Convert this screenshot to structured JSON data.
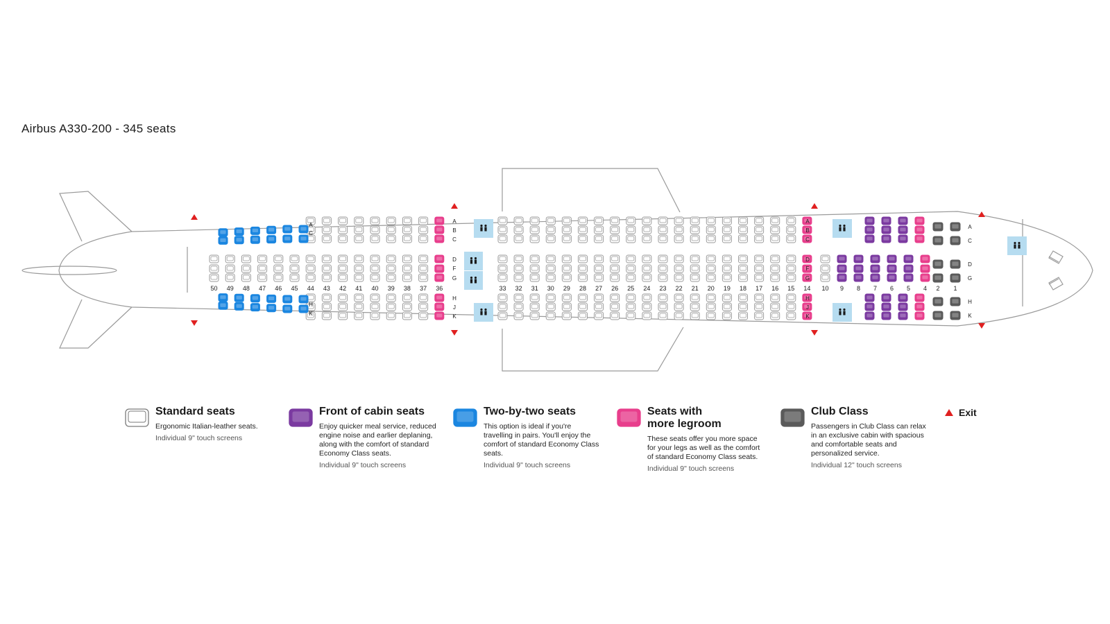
{
  "title": "Airbus A330-200 - 345 seats",
  "colors": {
    "standard": "#ffffff",
    "front": "#7b3aa0",
    "twobytwo": "#1b86e0",
    "legroom": "#e83e8c",
    "club": "#5a5a5a",
    "exit": "#e02020",
    "lavatory": "#b6dcf0",
    "outline": "#9a9a9a"
  },
  "seat_letters": {
    "rear_top": [
      "A",
      "C"
    ],
    "rear_bottom": [
      "H",
      "K"
    ],
    "top": [
      "A",
      "B",
      "C"
    ],
    "middle": [
      "D",
      "F",
      "G"
    ],
    "bottom": [
      "H",
      "J",
      "K"
    ],
    "club_top": [
      "A",
      "C"
    ],
    "club_middle": [
      "D",
      "G"
    ],
    "club_bottom": [
      "H",
      "K"
    ]
  },
  "row_numbers": {
    "rear": [
      "50",
      "49",
      "48",
      "47",
      "46",
      "45",
      "44",
      "43",
      "42",
      "41",
      "40",
      "39",
      "38",
      "37",
      "36"
    ],
    "mid": [
      "33",
      "32",
      "31",
      "30",
      "29",
      "28",
      "27",
      "26",
      "25",
      "24",
      "23",
      "22",
      "21",
      "20",
      "19",
      "18",
      "17",
      "16",
      "15",
      "14"
    ],
    "front": [
      "10",
      "9",
      "8",
      "7",
      "6",
      "5",
      "4"
    ],
    "club": [
      "2",
      "1"
    ]
  },
  "legend": [
    {
      "key": "standard",
      "title": "Standard seats",
      "title2": "",
      "desc": "Ergonomic Italian-leather seats.",
      "note": "Individual 9\" touch screens"
    },
    {
      "key": "front",
      "title": "Front of cabin seats",
      "title2": "",
      "desc": "Enjoy quicker meal service, reduced engine noise and earlier deplaning, along with the comfort of standard Economy Class seats.",
      "note": "Individual 9\" touch screens"
    },
    {
      "key": "twobytwo",
      "title": "Two-by-two seats",
      "title2": "",
      "desc": "This option is ideal if you're travelling in pairs. You'll enjoy the comfort of standard Economy Class seats.",
      "note": "Individual 9\" touch screens"
    },
    {
      "key": "legroom",
      "title": "Seats with",
      "title2": "more legroom",
      "desc": "These seats offer you more space for your legs as well as the comfort of standard Economy Class seats.",
      "note": "Individual 9\" touch screens"
    },
    {
      "key": "club",
      "title": "Club Class",
      "title2": "",
      "desc": "Passengers in Club Class can relax in an exclusive cabin with spacious and comfortable seats and personalized service.",
      "note": "Individual 12\" touch screens"
    }
  ],
  "exit_label": "Exit"
}
